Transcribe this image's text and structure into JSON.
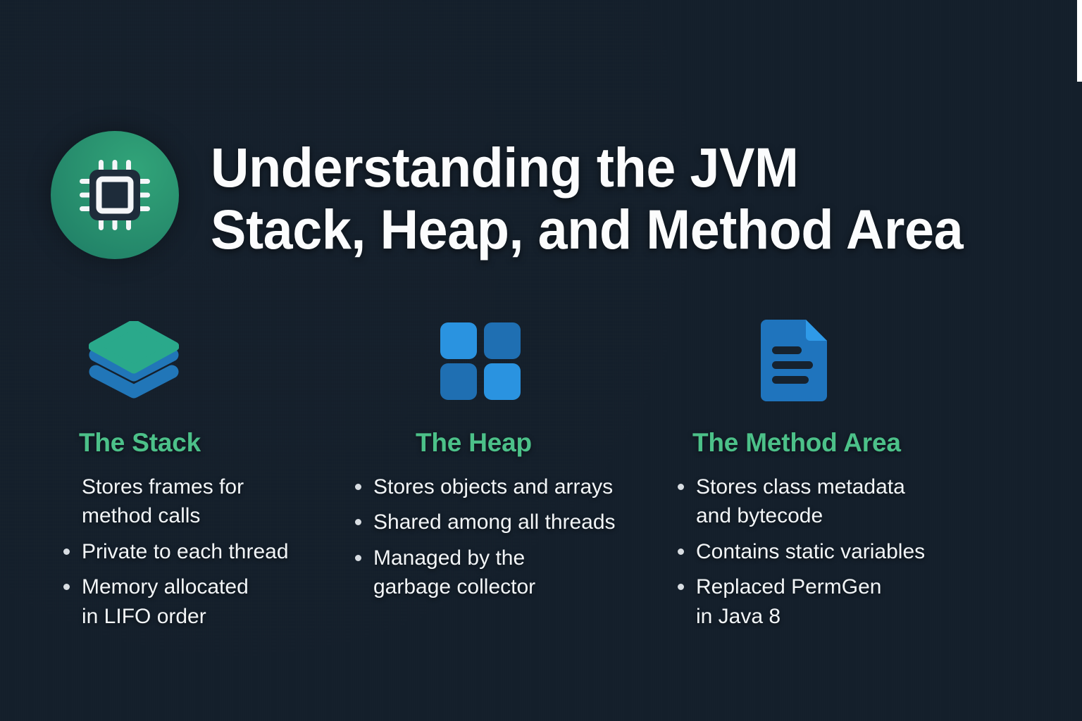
{
  "theme": {
    "background": "#141f2b",
    "heading_green": "#4cc189",
    "badge_green_light": "#31a479",
    "badge_green_dark": "#1d7a64",
    "body_text": "#f2f5f7",
    "title_text": "#fbfcfd",
    "bullet_marker": "#d8dde2",
    "blue_bright": "#2a93e0",
    "blue_dark": "#1f6fb2",
    "teal_layer": "#2aa municipal"
  },
  "header": {
    "badge_icon": "cpu-chip-icon",
    "title_line_1": "Understanding the JVM",
    "title_line_2": "Stack, Heap, and Method Area"
  },
  "columns": [
    {
      "id": "stack",
      "icon": "layers-icon",
      "heading": "The Stack",
      "bullets": [
        "Stores frames for\nmethod calls",
        "Private to each thread",
        "Memory allocated\nin LIFO order"
      ]
    },
    {
      "id": "heap",
      "icon": "grid-squares-icon",
      "heading": "The Heap",
      "bullets": [
        "Stores objects and arrays",
        "Shared among all threads",
        "Managed by the\ngarbage collector"
      ]
    },
    {
      "id": "method-area",
      "icon": "document-lines-icon",
      "heading": "The Method Area",
      "bullets": [
        "Stores class metadata\nand bytecode",
        "Contains static variables",
        "Replaced PermGen\nin Java 8"
      ]
    }
  ]
}
